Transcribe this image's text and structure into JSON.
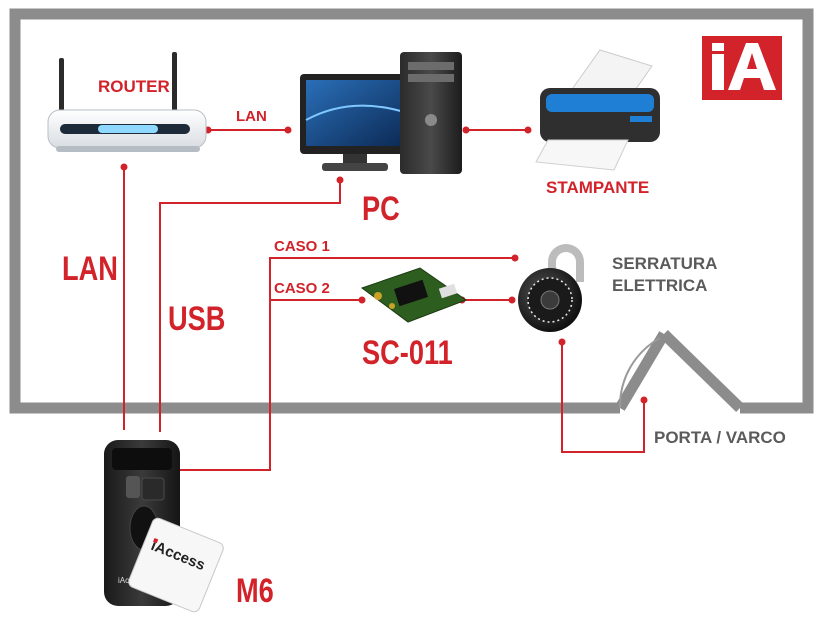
{
  "brand": {
    "logo_text": "iA",
    "accent": "#d2232a",
    "wall": "#8c8c8c",
    "line": "#d2232a"
  },
  "devices": {
    "router": {
      "label": "ROUTER"
    },
    "pc": {
      "label": "PC"
    },
    "printer": {
      "label": "STAMPANTE"
    },
    "controller": {
      "label": "SC-011"
    },
    "lock": {
      "label_line1": "SERRATURA",
      "label_line2": "ELETTRICA"
    },
    "reader": {
      "label": "M6",
      "card_brand": "iAccess",
      "device_brand": "iAccess"
    },
    "door": {
      "label": "PORTA / VARCO"
    }
  },
  "connections": {
    "router_pc": "LAN",
    "router_reader": "LAN",
    "pc_reader": "USB",
    "case1": "CASO 1",
    "case2": "CASO 2"
  }
}
